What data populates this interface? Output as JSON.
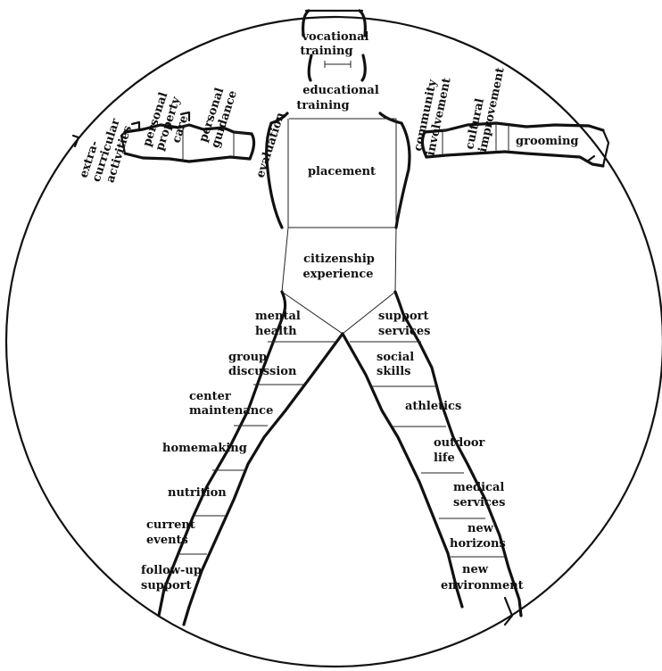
{
  "head": {
    "vocational_line1": "vocational",
    "vocational_line2": "training",
    "educational_line1": "educational",
    "educational_line2": "training"
  },
  "torso": {
    "upper": "placement",
    "lower_line1": "citizenship",
    "lower_line2": "experience"
  },
  "left_arm": {
    "extra_line1": "extra-",
    "extra_line2": "curricular",
    "extra_line3": "activities",
    "property_line1": "personal",
    "property_line2": "property",
    "property_line3": "care",
    "guidance_line1": "personal",
    "guidance_line2": "guidance",
    "evaluation": "evaluation"
  },
  "right_arm": {
    "community_line1": "community",
    "community_line2": "involvement",
    "cultural_line1": "cultural",
    "cultural_line2": "improvement",
    "grooming": "grooming"
  },
  "left_leg": {
    "mental_line1": "mental",
    "mental_line2": "health",
    "group_line1": "group",
    "group_line2": "discussion",
    "center_line1": "center",
    "center_line2": "maintenance",
    "homemaking": "homemaking",
    "nutrition": "nutrition",
    "current_line1": "current",
    "current_line2": "events",
    "followup_line1": "follow-up",
    "followup_line2": "support"
  },
  "right_leg": {
    "support_line1": "support",
    "support_line2": "services",
    "social_line1": "social",
    "social_line2": "skills",
    "athletics": "athletics",
    "outdoor_line1": "outdoor",
    "outdoor_line2": "life",
    "medical_line1": "medical",
    "medical_line2": "services",
    "horizons_line1": "new",
    "horizons_line2": "horizons",
    "environment_line1": "new",
    "environment_line2": "environment"
  }
}
